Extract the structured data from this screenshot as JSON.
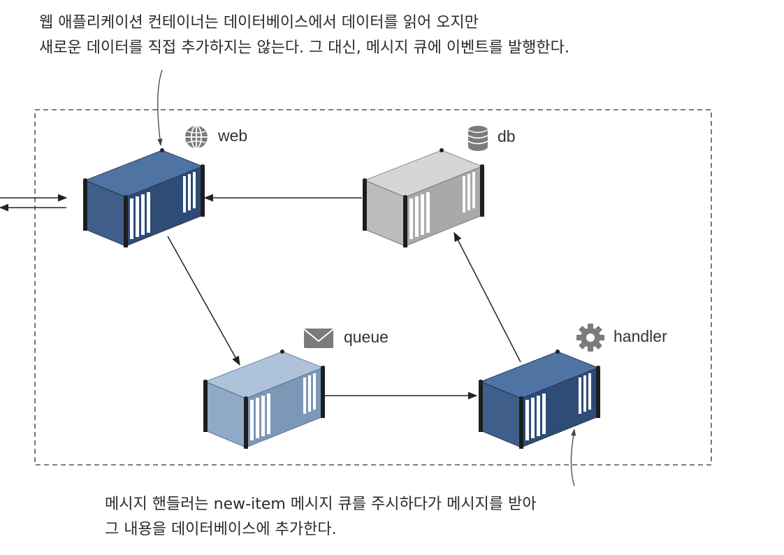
{
  "captions": {
    "top": {
      "line1": "웹 애플리케이션 컨테이너는 데이터베이스에서 데이터를 읽어 오지만",
      "line2": "새로운 데이터를 직접 추가하지는 않는다. 그 대신, 메시지 큐에 이벤트를 발행한다."
    },
    "bottom": {
      "line1": "메시지 핸들러는 new-item 메시지 큐를 주시하다가 메시지를 받아",
      "line2": "그 내용을 데이터베이스에 추가한다."
    }
  },
  "nodes": {
    "web": {
      "label": "web",
      "icon": "globe-icon",
      "color": "#3f5f8a"
    },
    "db": {
      "label": "db",
      "icon": "database-icon",
      "color": "#bcbcbc"
    },
    "queue": {
      "label": "queue",
      "icon": "envelope-icon",
      "color": "#8fa9c6"
    },
    "handler": {
      "label": "handler",
      "icon": "gear-icon",
      "color": "#3f5f8a"
    }
  },
  "edges": [
    {
      "from": "db",
      "to": "web"
    },
    {
      "from": "web",
      "to": "queue"
    },
    {
      "from": "queue",
      "to": "handler"
    },
    {
      "from": "handler",
      "to": "db"
    },
    {
      "from": "external",
      "to": "web"
    },
    {
      "from": "web",
      "to": "external"
    }
  ]
}
